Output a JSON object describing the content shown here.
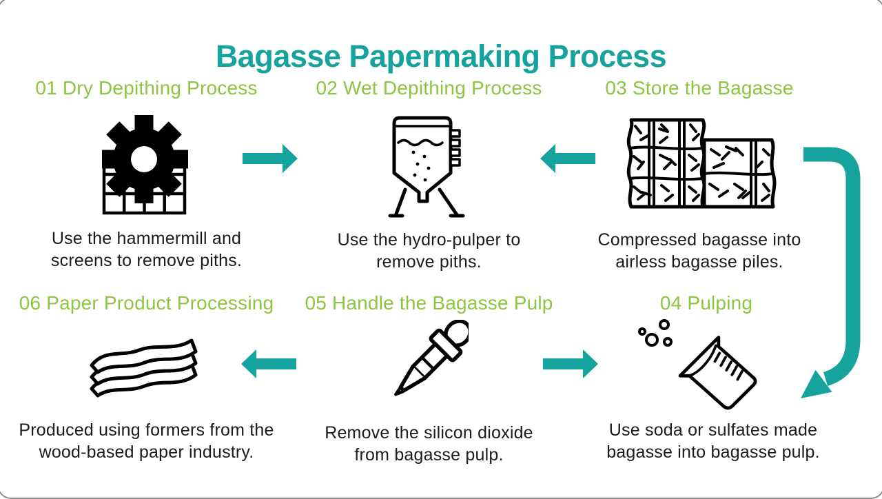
{
  "page": {
    "title": "Bagasse Papermaking Process"
  },
  "colors": {
    "teal": "#16a39d",
    "green": "#8cc540",
    "text": "#1b1b1b",
    "background": "#ffffff"
  },
  "steps": [
    {
      "number": "01",
      "label": "01 Dry Depithing Process",
      "description": "Use the hammermill and\nscreens to remove piths.",
      "icon": "gear-screen-icon"
    },
    {
      "number": "02",
      "label": "02 Wet Depithing Process",
      "description": "Use the hydro-pulper to\nremove piths.",
      "icon": "hydro-pulper-icon"
    },
    {
      "number": "03",
      "label": "03 Store the Bagasse",
      "description": "Compressed bagasse into\nairless bagasse piles.",
      "icon": "bagasse-bales-icon"
    },
    {
      "number": "06",
      "label": "06 Paper Product Processing",
      "description": "Produced using formers from the\nwood-based paper industry.",
      "icon": "paper-stack-icon"
    },
    {
      "number": "05",
      "label": "05 Handle the Bagasse Pulp",
      "description": "Remove the silicon dioxide\nfrom bagasse pulp.",
      "icon": "dropper-icon"
    },
    {
      "number": "04",
      "label": "04 Pulping",
      "description": "Use soda or sulfates made\nbagasse into bagasse pulp.",
      "icon": "beaker-icon"
    }
  ],
  "connectors": [
    {
      "name": "arrow-top-left",
      "direction": "right"
    },
    {
      "name": "arrow-top-right",
      "direction": "left"
    },
    {
      "name": "arrow-curved-side",
      "direction": "down-left"
    },
    {
      "name": "arrow-bottom-left",
      "direction": "left"
    },
    {
      "name": "arrow-bottom-right",
      "direction": "right"
    }
  ]
}
